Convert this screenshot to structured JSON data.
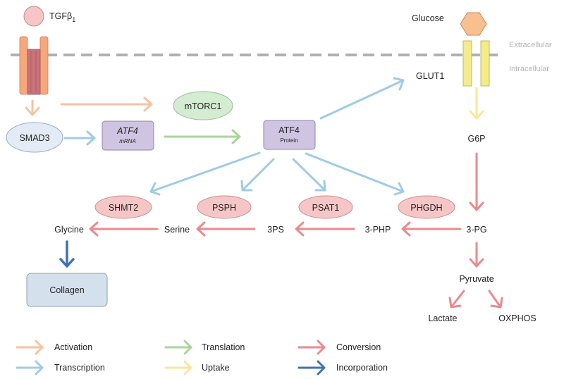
{
  "colors": {
    "activation": "#f5c39f",
    "transcription": "#9fcbe6",
    "translation": "#a8d59a",
    "uptake": "#f9e79a",
    "conversion": "#ea8a8f",
    "incorporation": "#3f72b1",
    "enzyme_fill": "#f6c6c6",
    "protein_box": "#cfc5e3",
    "collagen_box": "#d4e1ec",
    "smad_fill": "#e3ecf6",
    "mtorc_fill": "#d4ecd1",
    "membrane_line": "#b0b0b0"
  },
  "regions": {
    "extracellular": "Extracellular",
    "intracellular": "Intracellular"
  },
  "nodes": {
    "tgfb": "TGFβ",
    "tgfb_sub": "1",
    "glucose": "Glucose",
    "glut1": "GLUT1",
    "mtorc1": "mTORC1",
    "smad3": "SMAD3",
    "atf4_mrna": "ATF4",
    "atf4_mrna_sub": "mRNA",
    "atf4_protein": "ATF4",
    "atf4_protein_sub": "Protein",
    "g6p": "G6P",
    "shmt2": "SHMT2",
    "psph": "PSPH",
    "psat1": "PSAT1",
    "phgdh": "PHGDH",
    "glycine": "Glycine",
    "serine": "Serine",
    "three_ps": "3PS",
    "three_php": "3-PHP",
    "three_pg": "3-PG",
    "pyruvate": "Pyruvate",
    "lactate": "Lactate",
    "oxphos": "OXPHOS",
    "collagen": "Collagen"
  },
  "legend": [
    {
      "label": "Activation",
      "color_key": "activation"
    },
    {
      "label": "Transcription",
      "color_key": "transcription"
    },
    {
      "label": "Translation",
      "color_key": "translation"
    },
    {
      "label": "Uptake",
      "color_key": "uptake"
    },
    {
      "label": "Conversion",
      "color_key": "conversion"
    },
    {
      "label": "Incorporation",
      "color_key": "incorporation"
    }
  ]
}
